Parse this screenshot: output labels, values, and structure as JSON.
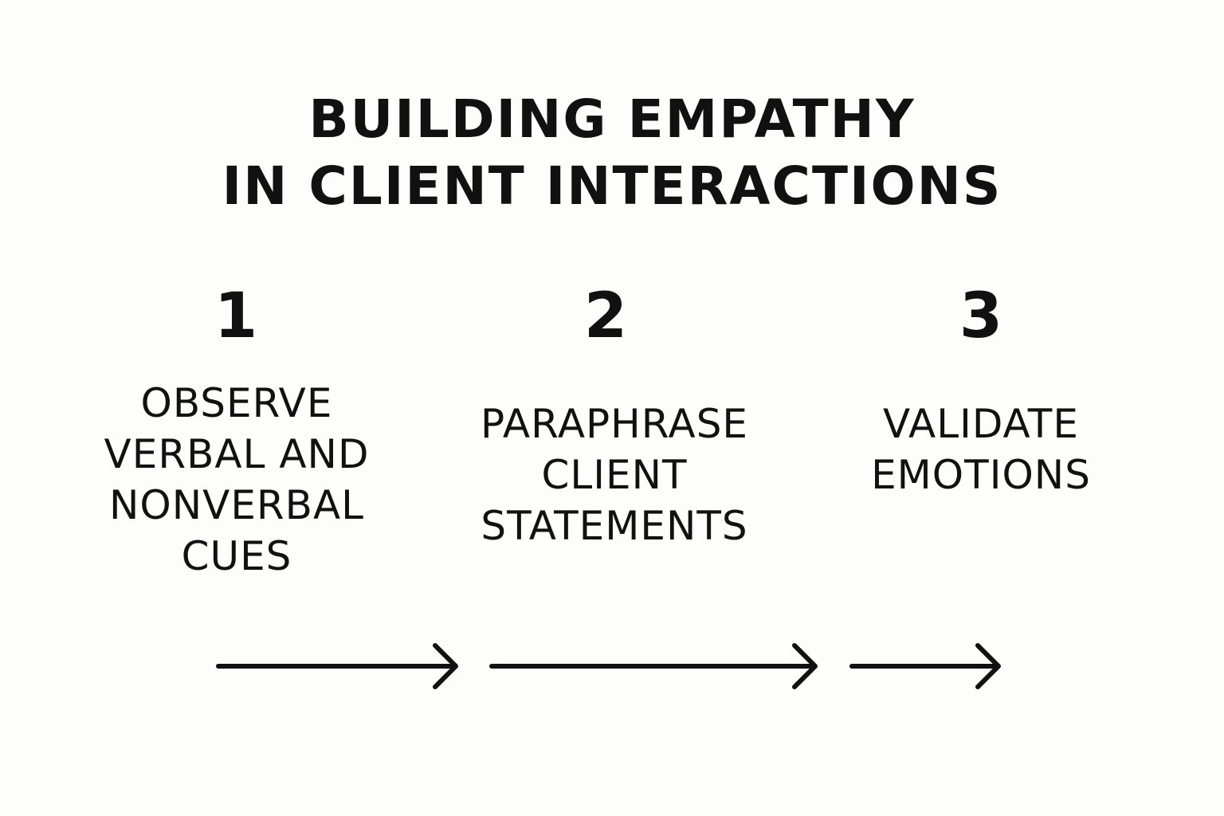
{
  "title": {
    "line1": "BUILDING EMPATHY",
    "line2": "IN CLIENT INTERACTIONS"
  },
  "steps": [
    {
      "number": "1",
      "label_lines": [
        "OBSERVE",
        "VERBAL AND",
        "NONVERBAL",
        "CUES"
      ]
    },
    {
      "number": "2",
      "label_lines": [
        "PARAPHRASE",
        "CLIENT",
        "STATEMENTS"
      ]
    },
    {
      "number": "3",
      "label_lines": [
        "VALIDATE",
        "EMOTIONS"
      ]
    }
  ],
  "arrows": [
    {
      "name": "arrow-1",
      "icon": "right-arrow-icon"
    },
    {
      "name": "arrow-2",
      "icon": "right-arrow-icon"
    },
    {
      "name": "arrow-3",
      "icon": "right-arrow-icon"
    }
  ],
  "colors": {
    "background": "#fdfdfc",
    "foreground": "#111111"
  }
}
